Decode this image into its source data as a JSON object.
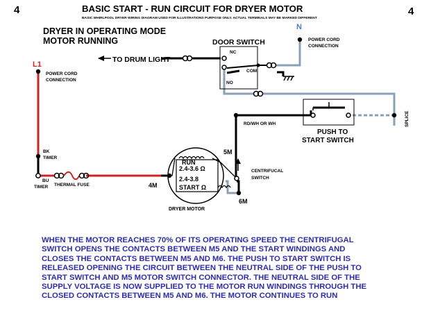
{
  "page": {
    "page_number_left": "4",
    "page_number_right": "4",
    "title": "BASIC START - RUN CIRCUIT FOR DRYER MOTOR",
    "subtitle": "BASIC WHIRLPOOL DRYER WIRING DIAGRAM USED FOR ILLUSTRATIONS PURPOSE ONLY. ACTUAL TERMINALS MAY BE MARKED DIFFERENT"
  },
  "state": {
    "line1": "DRYER IN OPERATING MODE",
    "line2": "MOTOR RUNNING"
  },
  "labels": {
    "neutral": "N",
    "l1": "L1",
    "power_cord_left_1": "POWER CORD",
    "power_cord_left_2": "CONNECTION",
    "power_cord_right_1": "POWER CORD",
    "power_cord_right_2": "CONNECTION",
    "drum_light": "TO DRUM LIGHT",
    "door_switch": "DOOR SWITCH",
    "nc": "NC",
    "com": "COM",
    "no": "NO",
    "splice": "SPLICE",
    "rd_wh": "RD/WH OR WH",
    "push_to_start_1": "PUSH TO",
    "push_to_start_2": "START SWITCH",
    "bk_timer_1": "BK",
    "bk_timer_2": "TIMER",
    "bu_timer_1": "BU",
    "bu_timer_2": "TIMER",
    "thermal_fuse": "THERMAL FUSE",
    "m4": "4M",
    "m5": "5M",
    "m6": "6M",
    "run": "RUN",
    "run_ohms": "2.4-3.6 Ω",
    "start_ohms": "2.4-3.8",
    "start": "START Ω",
    "centrifugal_1": "CENTRIFUCAL",
    "centrifugal_2": "SWITCH",
    "dryer_motor": "DRYER MOTOR"
  },
  "explanation": [
    "WHEN THE MOTOR REACHES 70% OF ITS OPERATING SPEED THE CENTRIFUGAL",
    "SWITCH OPENS THE CONTACTS BETWEEN M5 AND THE START WINDINGS AND",
    "CLOSES THE CONTACTS BETWEEN M5 AND M6. THE PUSH TO START SWITCH IS",
    "RELEASED OPENING THE CIRCUIT BETWEEN THE NEUTRAL SIDE OF THE PUSH TO",
    "START SWITCH AND M5 MOTOR SWITCH CONNECTOR. THE NEUTRAL SIDE OF THE",
    "SUPPLY VOLTAGE IS NOW SUPPLIED TO THE MOTOR RUN WINDINGS THROUGH THE",
    "CLOSED CONTACTS BETWEEN M5 AND M6. THE MOTOR CONTINUES TO RUN"
  ],
  "colors": {
    "hot_wire": "#d42020",
    "neutral_wire": "#8aa0b8",
    "dashed_wire": "#8aa0b8",
    "explanation_text": "#2c2cb8",
    "neutral_label": "#4a7fc0",
    "l1_label": "#d42020"
  }
}
